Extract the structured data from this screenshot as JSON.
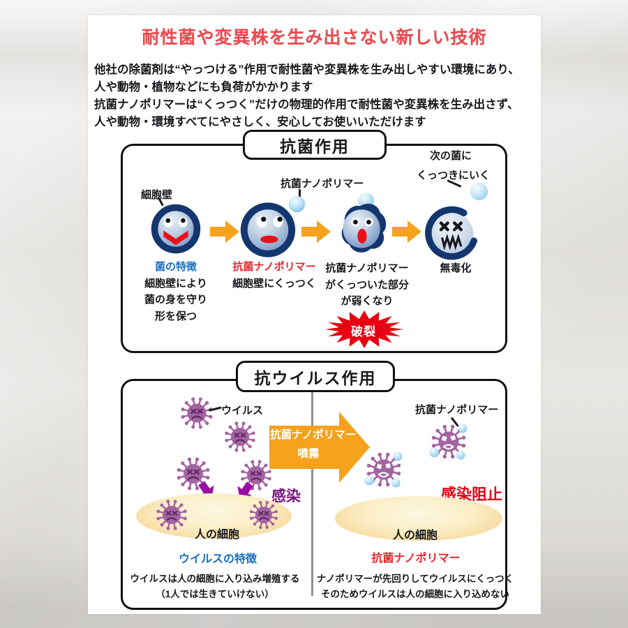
{
  "page": {
    "title": "耐性菌や変異株を生み出さない新しい技術",
    "intro_lines": [
      "他社の除菌剤は“やっつける”作用で耐性菌や変異株を生み出しやすい環境にあり、",
      "人や動物・植物などにも負荷がかかります",
      "抗菌ナノポリマーは“くっつく”だけの物理的作用で耐性菌や変異株を生み出さず、",
      "人や動物・環境すべてにやさしく、安心してお使いいただけます"
    ]
  },
  "antibacterial_box": {
    "title": "抗菌作用",
    "cell_wall_label": "細胞壁",
    "nanopolymer_label": "抗菌ナノポリマー",
    "next_germ_line1": "次の菌に",
    "next_germ_line2": "くっつきにいく",
    "burst_label": "破裂",
    "steps": [
      {
        "heading": "菌の特徴",
        "lines": [
          "細胞壁により",
          "菌の身を守り",
          "形を保つ"
        ]
      },
      {
        "heading": "抗菌ナノポリマー",
        "lines": [
          "細胞壁にくっつく"
        ]
      },
      {
        "heading": "抗菌ナノポリマー",
        "lines": [
          "がくっついた部分",
          "が弱くなり"
        ]
      },
      {
        "heading": "無毒化",
        "lines": []
      }
    ]
  },
  "antiviral_box": {
    "title": "抗ウイルス作用",
    "virus_label": "ウイルス",
    "nanopolymer_label": "抗菌ナノポリマー",
    "spray_line1": "抗菌ナノポリマー",
    "spray_line2": "噴霧",
    "infection_label": "感染",
    "infection_blocked_label": "感染阻止",
    "left": {
      "cell_label": "人の細胞",
      "heading": "ウイルスの特徴",
      "line1": "ウイルスは人の細胞に入り込み増殖する",
      "line2": "（1人では生きていけない）"
    },
    "right": {
      "cell_label": "人の細胞",
      "heading": "抗菌ナノポリマー",
      "line1": "ナノポリマーが先回りしてウイルスにくっつく",
      "line2": "そのためウイルスは人の細胞に入り込めない"
    }
  },
  "colors": {
    "title_red": "#ea4a50",
    "accent_red": "#e8232b",
    "accent_blue": "#1a6fc0",
    "infection_purple": "#7c1580",
    "blocked_red": "#e60012",
    "arrow_orange": "#f6a21d",
    "bacteria_navy": "#14366f",
    "virus_purple": "#a463a2",
    "burst_red": "#e60012"
  }
}
